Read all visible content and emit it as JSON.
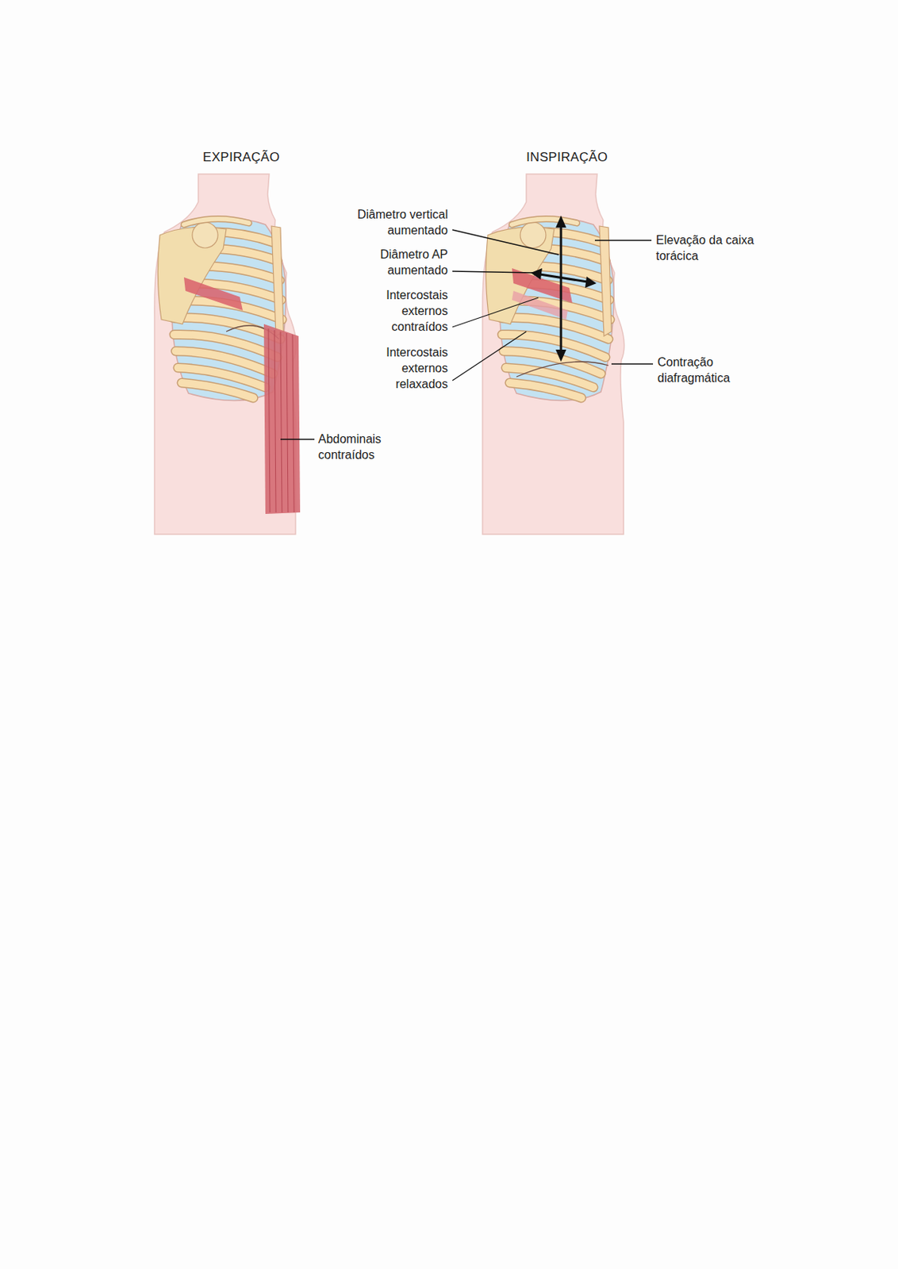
{
  "diagram": {
    "labels": [
      "EXPIRAÇÃO",
      "INSPIRAÇÃO",
      "Abdominais contraídos",
      "Diâmetro vertical aumentado",
      "Diâmetro AP aumentado",
      "Intercostais externos contraídos",
      "Intercostais externos relaxados",
      "Elevação da caixa torácica",
      "Contração diafragmática"
    ]
  }
}
